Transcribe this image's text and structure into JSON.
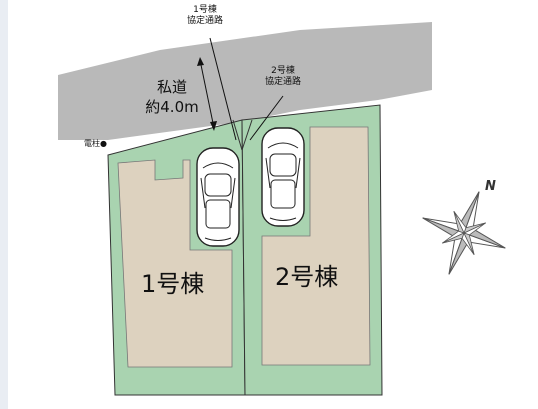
{
  "labels": {
    "easement_1_line1": "1号棟",
    "easement_1_line2": "協定通路",
    "easement_2_line1": "2号棟",
    "easement_2_line2": "協定通路",
    "road_line1": "私道",
    "road_line2": "約4.0m",
    "utility_pole": "電柱●",
    "building_1": "1号棟",
    "building_2": "2号棟",
    "north": "N"
  },
  "colors": {
    "road": "#b9b9b9",
    "lot": "#a9d3b0",
    "building": "#ddd2bf",
    "sidebar": "#e9edf3",
    "outline": "#333333"
  }
}
